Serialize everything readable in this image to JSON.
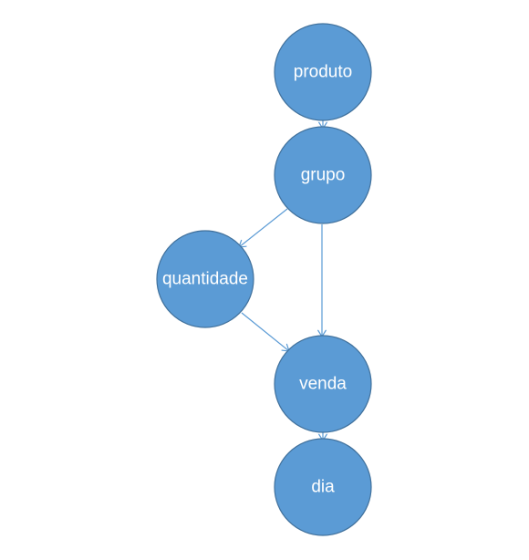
{
  "colors": {
    "node_fill": "#5b9bd5",
    "node_stroke": "#41719c",
    "edge": "#5b9bd5",
    "label": "#ffffff"
  },
  "nodes": [
    {
      "id": "produto",
      "label": "produto"
    },
    {
      "id": "grupo",
      "label": "grupo"
    },
    {
      "id": "quantidade",
      "label": "quantidade"
    },
    {
      "id": "venda",
      "label": "venda"
    },
    {
      "id": "dia",
      "label": "dia"
    }
  ],
  "edges": [
    {
      "from": "produto",
      "to": "grupo"
    },
    {
      "from": "grupo",
      "to": "quantidade"
    },
    {
      "from": "grupo",
      "to": "venda"
    },
    {
      "from": "quantidade",
      "to": "venda"
    },
    {
      "from": "venda",
      "to": "dia"
    }
  ]
}
